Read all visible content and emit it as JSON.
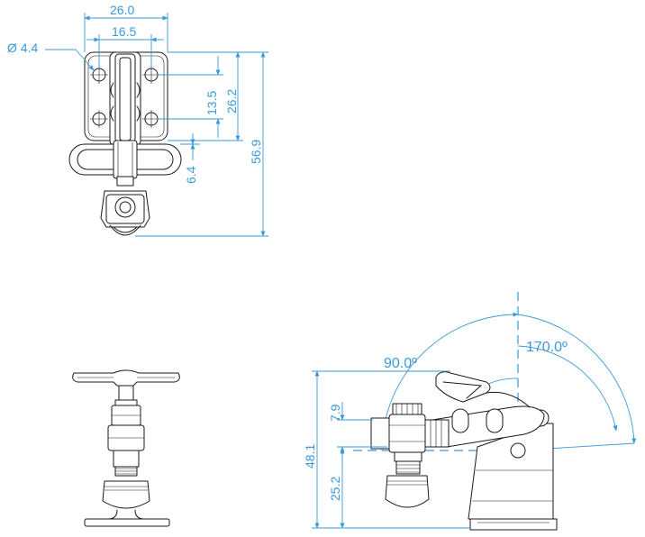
{
  "top_view": {
    "dim_width_overall": "26.0",
    "dim_hole_spacing_x": "16.5",
    "dim_hole_diameter": "Ø 4.4",
    "dim_hole_spacing_y": "13.5",
    "dim_plate_height": "26.2",
    "dim_handle_offset": "6.4",
    "dim_total_length": "56.9"
  },
  "side_view": {
    "dim_angle_open": "90.0º",
    "dim_angle_travel": "170.0º",
    "dim_spindle_offset": "7.9",
    "dim_total_height": "48.1",
    "dim_base_height": "25.2"
  },
  "colors": {
    "dimension": "#3a9ad9",
    "outline": "#1a1a1a"
  }
}
